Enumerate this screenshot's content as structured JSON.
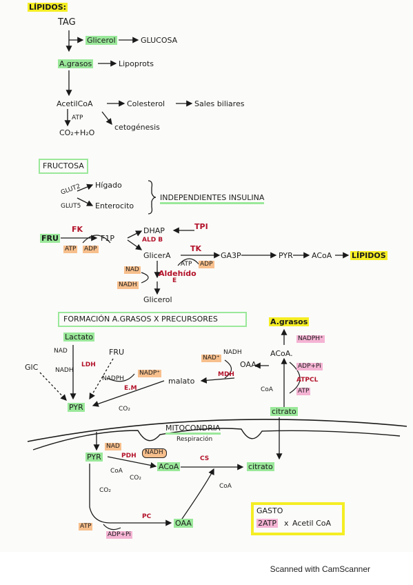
{
  "section_lipidos": {
    "title": "LÍPIDOS:",
    "tag": "TAG",
    "glicerol": "Glicerol",
    "glucosa": "GLUCOSA",
    "agrasos": "A.grasos",
    "lipoprots": "Lipoprots",
    "acetilcoa": "AcetilCoA",
    "colesterol": "Colesterol",
    "sales": "Sales biliares",
    "atp": "ATP",
    "co2h2o": "CO₂+H₂O",
    "cetogenesis": "cetogénesis"
  },
  "section_fructosa": {
    "title": "FRUCTOSA",
    "glut2": "GLUT2",
    "higado": "Hígado",
    "glut5": "GLUT5",
    "enterocito": "Enterocito",
    "independientes": "INDEPENDIENTES INSULINA",
    "fru": "FRU",
    "fk": "FK",
    "f1p": "F1P",
    "atp": "ATP",
    "adp": "ADP",
    "dhap": "DHAP",
    "tpi": "TPI",
    "aldb": "ALD B",
    "glicera": "GlicerA",
    "tk": "TK",
    "ga3p": "GA3P",
    "atp2": "ATP",
    "adp2": "ADP",
    "pyr": "PYR",
    "acoa": "ACoA",
    "lipidos": "LÍPIDOS",
    "nad": "NAD",
    "nadh": "NADH",
    "aldehido": "Aldehído",
    "e": "E",
    "glicerol": "Glicerol"
  },
  "section_formacion": {
    "title": "FORMACIÓN A.GRASOS X PRECURSORES",
    "lactato": "Lactato",
    "nad": "NAD",
    "nadh": "NADH",
    "ldh": "LDH",
    "fru": "FRU",
    "glc": "GlC",
    "nadph": "NADPH",
    "nadp": "NADP⁺",
    "em": "E.M",
    "co2": "CO₂",
    "pyr": "PYR",
    "malato": "malato",
    "nad_plus": "NAD⁺",
    "nadh2": "NADH",
    "oaa": "OAA",
    "mdh": "MDH",
    "agrasos": "A.grasos",
    "nadph_plus": "NADPH⁺",
    "acoa": "ACoA.",
    "adp_pi": "ADP+Pi",
    "atpcl": "ATPCL",
    "atp": "ATP",
    "coa": "CoA",
    "citrato": "citrato"
  },
  "section_mito": {
    "title": "MITOCONDRIA",
    "respiracion": "Respiración",
    "nad": "NAD",
    "pdh": "PDH",
    "nadh": "NADH",
    "pyr": "PYR",
    "coa": "CoA",
    "co2": "CO₂",
    "acoa": "ACoA",
    "cs": "CS",
    "citrato": "citrato",
    "coa2": "CoA",
    "co2b": "CO₂",
    "atp": "ATP",
    "pc": "PC",
    "oaa": "OAA",
    "adp_pi": "ADP+Pi",
    "gasto_title": "GASTO",
    "gasto_a": "2ATP",
    "gasto_x": "x",
    "gasto_b": "Acetil CoA"
  },
  "footer": "Scanned with CamScanner"
}
